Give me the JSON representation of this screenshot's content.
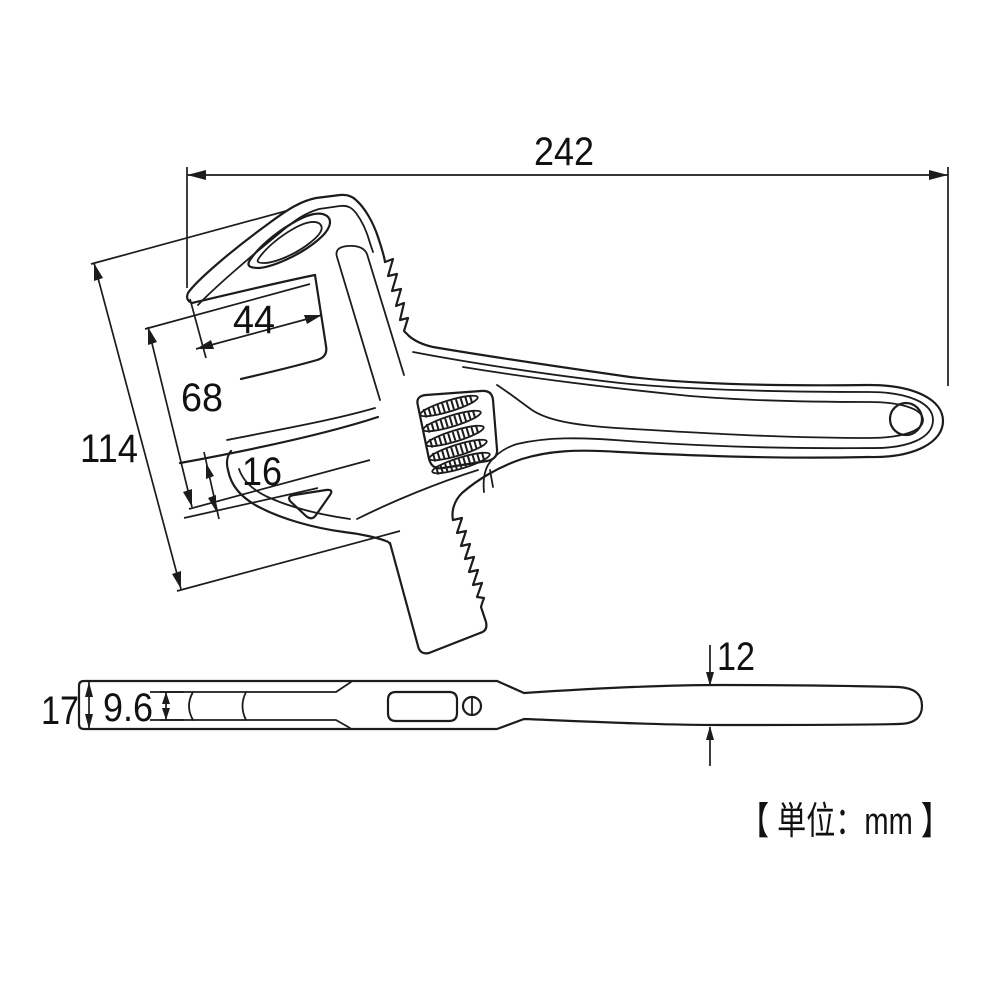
{
  "drawing": {
    "type": "technical-dimension-drawing",
    "subject": "adjustable wrench (top view and side profile view)",
    "unit_note": "【 単位：mm 】",
    "dimensions": {
      "overall_length": "242",
      "head_length": "114",
      "max_opening": "68",
      "jaw_depth": "44",
      "jaw_tip_thickness": "16",
      "head_thickness": "17",
      "jaw_web_thickness": "9.6",
      "handle_thickness": "12"
    }
  }
}
